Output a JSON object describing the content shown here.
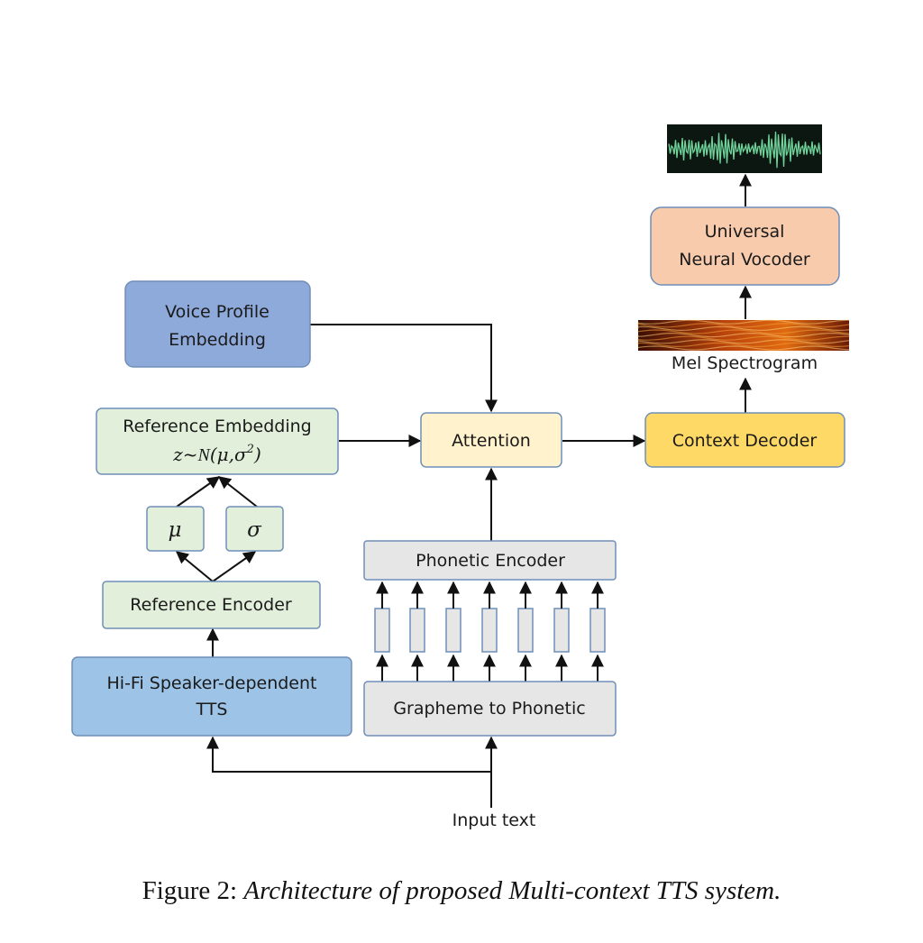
{
  "nodes": {
    "voice_profile": [
      "Voice Profile",
      "Embedding"
    ],
    "reference_embedding": {
      "title": "Reference Embedding",
      "formula_prefix": "z~",
      "formula_dist": "N",
      "formula_args": "(μ,σ",
      "formula_exp": "2",
      "formula_close": ")"
    },
    "mu": "μ",
    "sigma": "σ",
    "reference_encoder": "Reference Encoder",
    "hifi_tts": [
      "Hi-Fi Speaker-dependent",
      "TTS"
    ],
    "attention": "Attention",
    "context_decoder": "Context Decoder",
    "mel_spectrogram": "Mel Spectrogram",
    "vocoder": [
      "Universal",
      "Neural Vocoder"
    ],
    "phonetic_encoder": "Phonetic Encoder",
    "g2p": "Grapheme to Phonetic",
    "input_text": "Input text"
  },
  "colors": {
    "voice_profile": "#8eaadb",
    "hifi_tts": "#9dc3e6",
    "reference": "#e2efda",
    "attention": "#fff2cc",
    "context_decoder": "#ffd966",
    "vocoder": "#f8cbad",
    "phonetic": "#e7e6e6",
    "border": "#6f8fb8"
  },
  "caption": {
    "prefix": "Figure 2: ",
    "text": "Architecture of proposed Multi-context TTS system."
  }
}
